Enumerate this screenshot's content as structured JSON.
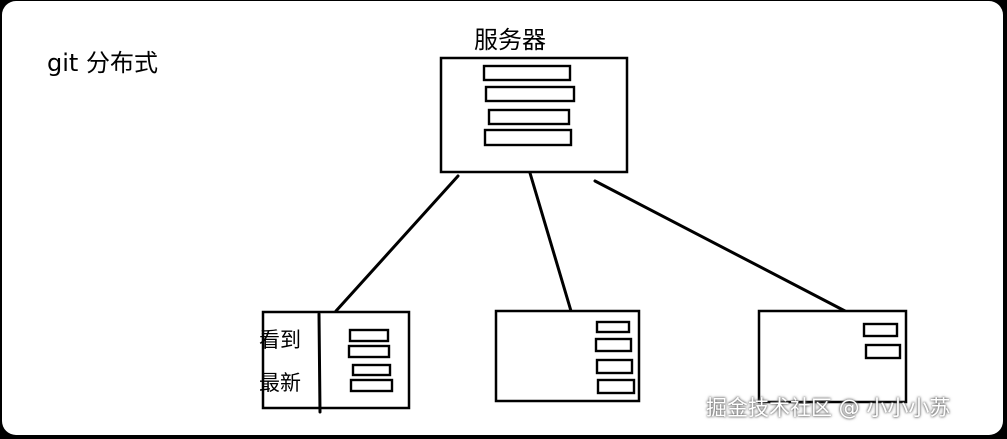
{
  "title": "git  分布式",
  "server": {
    "label": "服务器"
  },
  "clients": [
    {
      "label_top": "看到",
      "label_bottom": "最新"
    },
    {},
    {}
  ],
  "watermark": "掘金技术社区 @ 小小小苏"
}
